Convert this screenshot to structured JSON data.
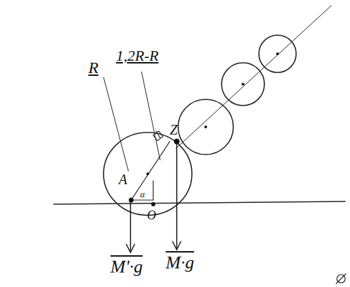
{
  "diagram": {
    "labels": [
      "R",
      "1,2R-R",
      "A",
      "Z",
      "α",
      "O",
      "M'·g",
      "M·g"
    ]
  }
}
